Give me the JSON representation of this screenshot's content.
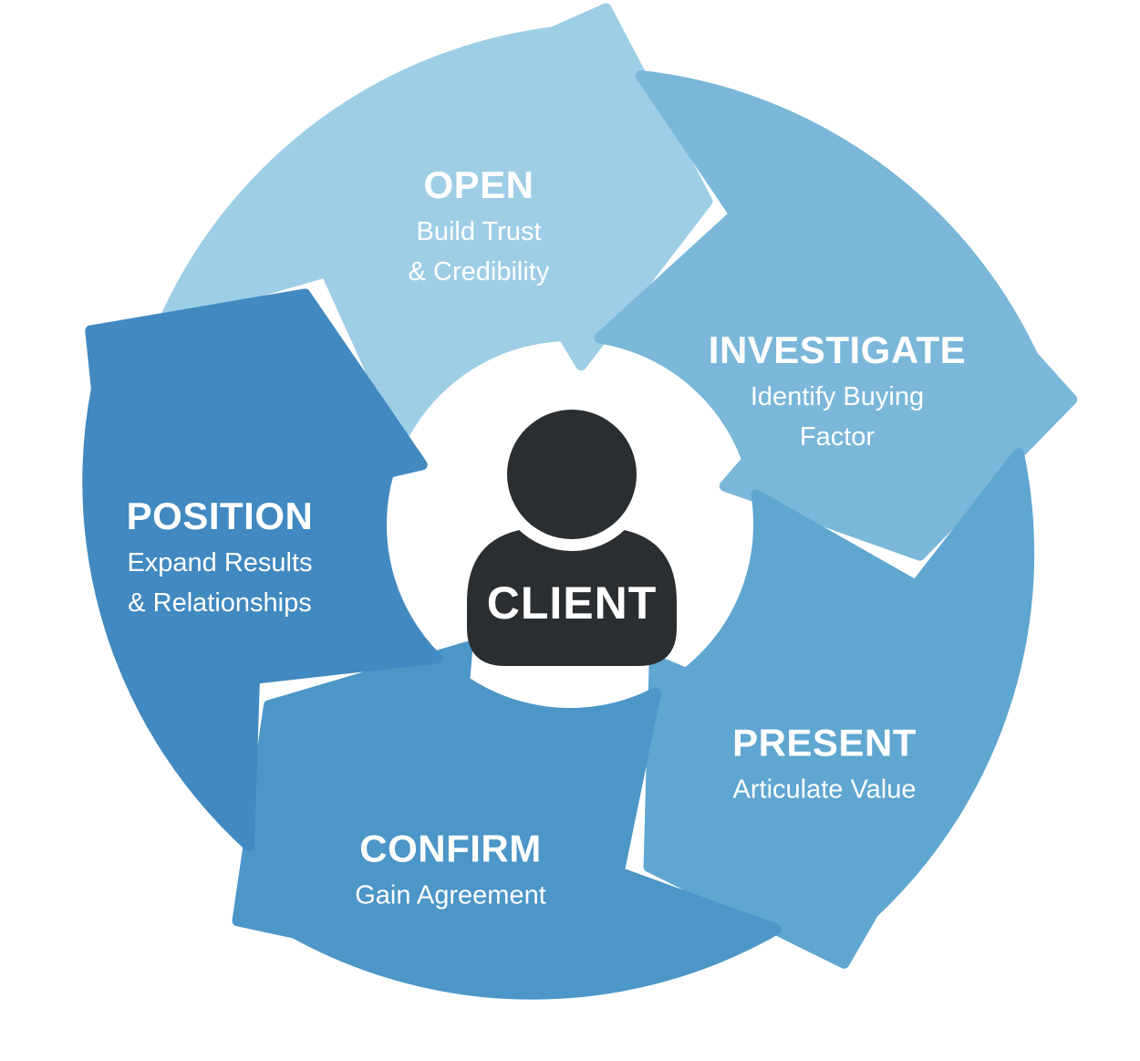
{
  "diagram": {
    "background_color": "#ffffff",
    "segment_text_color": "#ffffff",
    "center": {
      "label": "CLIENT",
      "icon": "person-icon",
      "icon_color": "#2b2e31",
      "label_color": "#ffffff"
    },
    "segments": [
      {
        "id": "open",
        "title": "OPEN",
        "subtitle": "Build Trust\n& Credibility",
        "color": "#9ecee6"
      },
      {
        "id": "investigate",
        "title": "INVESTIGATE",
        "subtitle": "Identify Buying\nFactor",
        "color": "#7ab7d9"
      },
      {
        "id": "present",
        "title": "PRESENT",
        "subtitle": "Articulate Value",
        "color": "#5fa6d1"
      },
      {
        "id": "confirm",
        "title": "CONFIRM",
        "subtitle": "Gain Agreement",
        "color": "#4c96c8"
      },
      {
        "id": "position",
        "title": "POSITION",
        "subtitle": "Expand Results\n& Relationships",
        "color": "#4189c0"
      }
    ]
  }
}
